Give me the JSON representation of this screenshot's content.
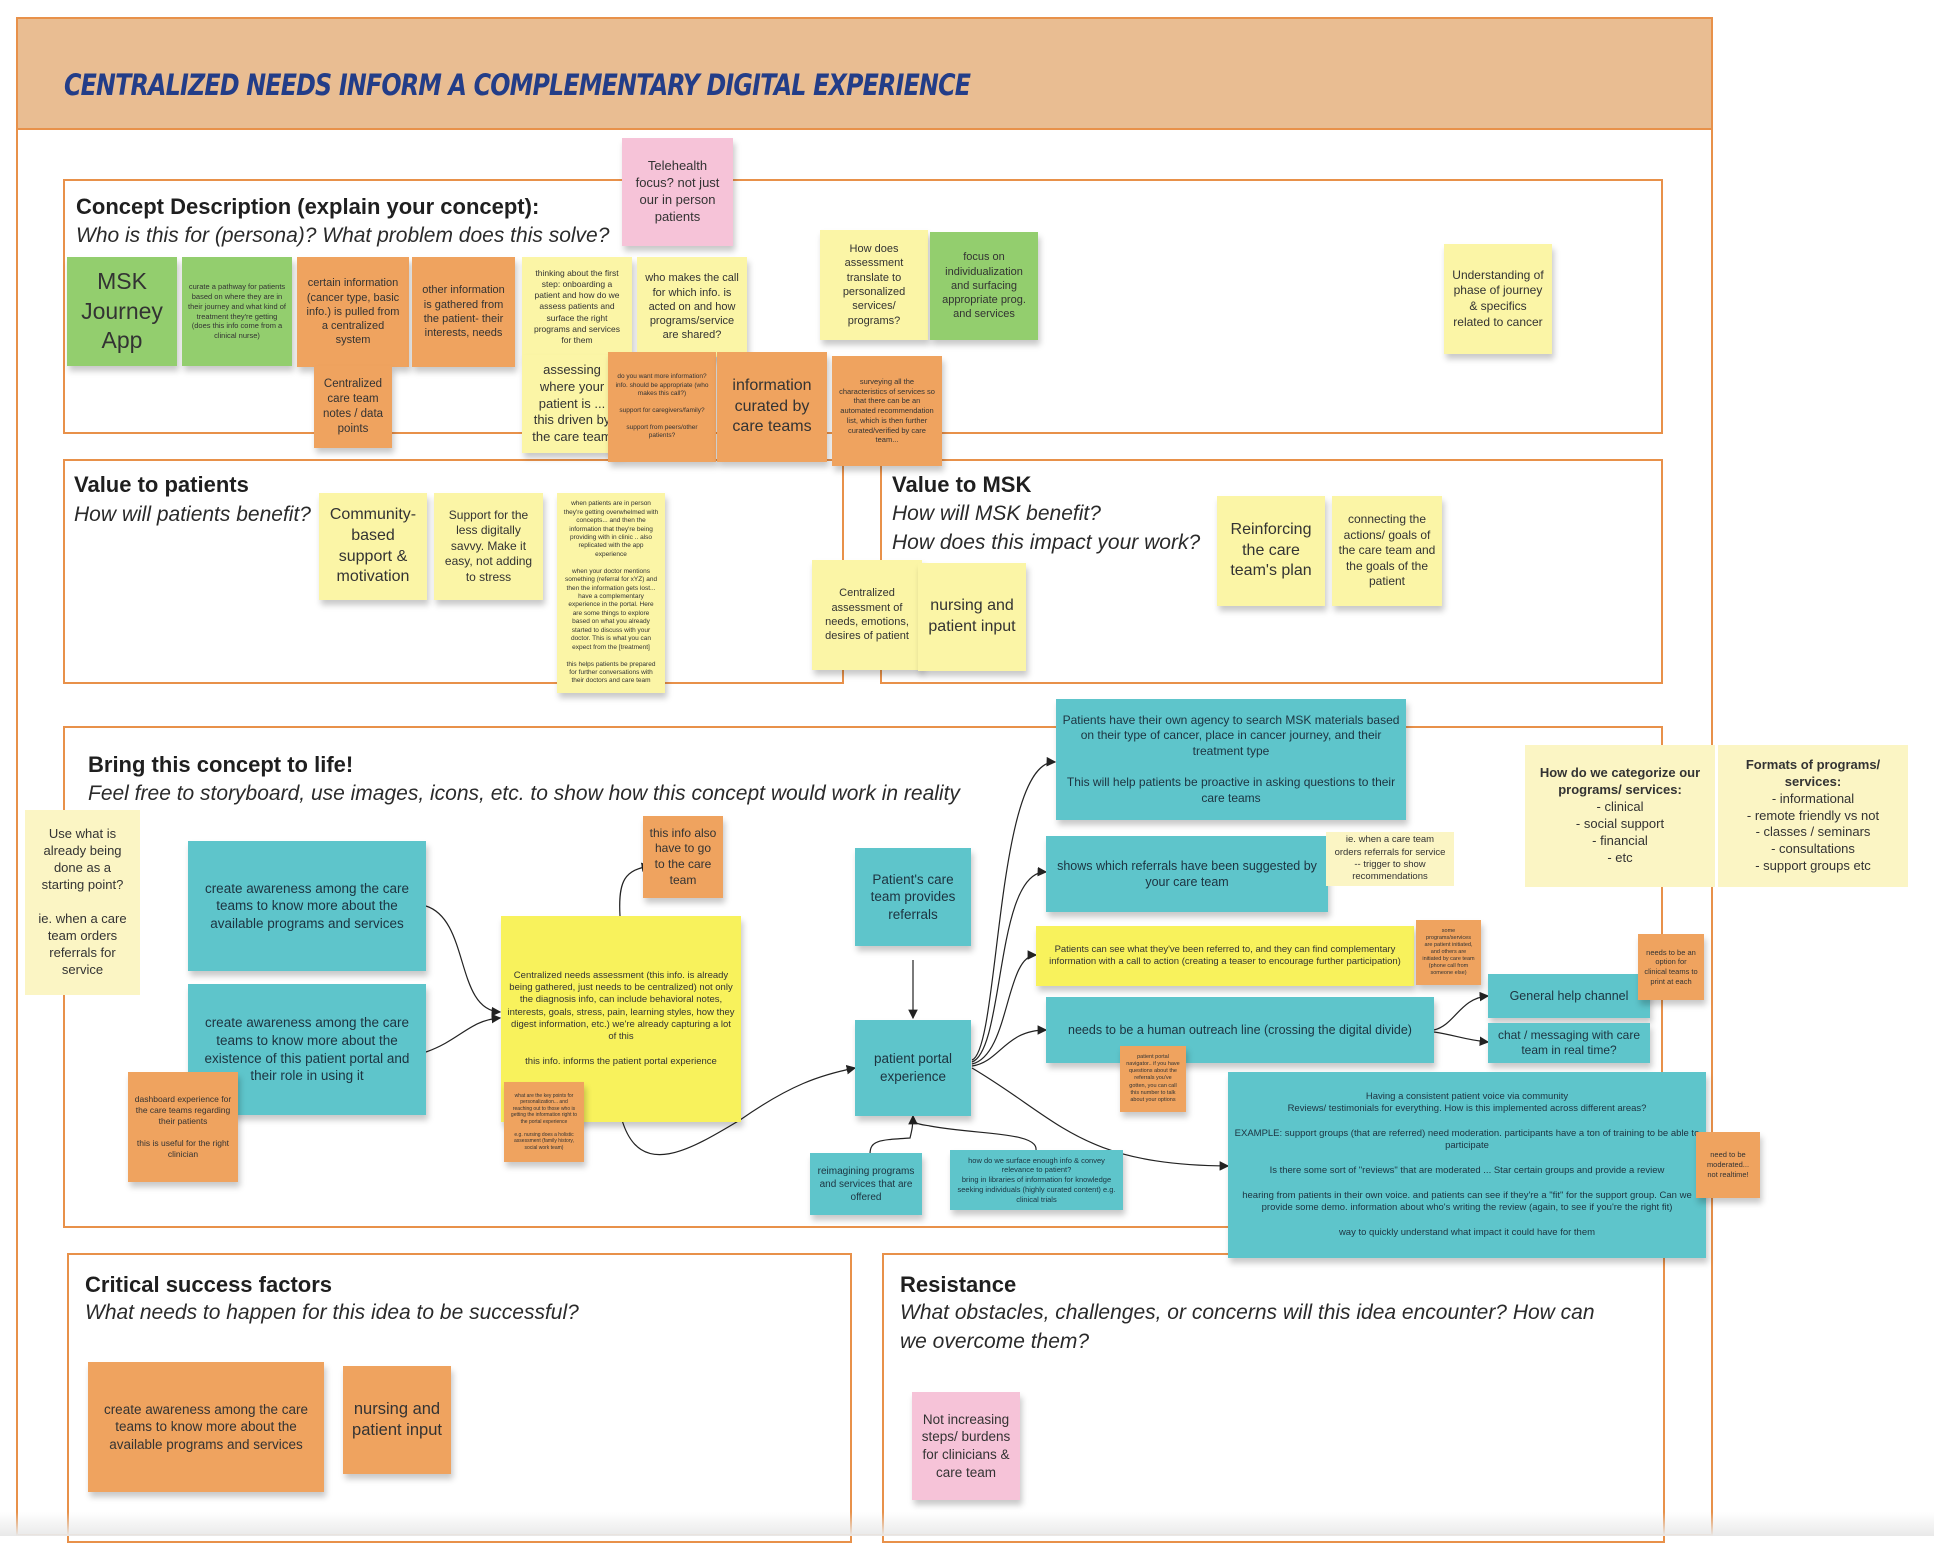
{
  "header": {
    "title": "CENTRALIZED NEEDS INFORM A COMPLEMENTARY DIGITAL EXPERIENCE"
  },
  "sections": {
    "concept": {
      "title": "Concept Description (explain your concept):",
      "subtitle": "Who is this for (persona)? What problem does this solve?"
    },
    "value_patients": {
      "title": "Value to patients",
      "subtitle": "How will patients benefit?"
    },
    "value_msk": {
      "title": "Value to MSK",
      "subtitle": "How will MSK benefit?\nHow does this impact your work?"
    },
    "bring": {
      "title": "Bring this concept to life!",
      "subtitle": "Feel free to storyboard, use images, icons, etc. to show how this concept would work in reality"
    },
    "critical": {
      "title": "Critical success factors",
      "subtitle": "What needs to happen for this idea to be successful?"
    },
    "resistance": {
      "title": "Resistance",
      "subtitle": "What obstacles, challenges, or concerns will this idea encounter? How can we overcome them?"
    }
  },
  "notes": {
    "telehealth": "Telehealth focus? not just our in person patients",
    "msk_app": "MSK Journey App",
    "curate_pathway": "curate a pathway for patients based on where they are in their journey and what kind of treatment they're getting (does this info come from a clinical nurse)",
    "certain_info": "certain information (cancer type, basic info.) is pulled from a centralized system",
    "other_info": "other information is gathered from the patient- their interests, needs",
    "care_team_notes": "Centralized care team notes / data points",
    "first_step": "thinking about the first step: onboarding a patient and how do we assess patients and surface the right programs and services for them",
    "who_makes_call": "who makes the call for which info. is acted on and how programs/service are shared?",
    "assessing": "assessing where your patient is ... this driven by the care team",
    "want_more_info": "do you want more information? info. should be appropriate (who makes this call?)\n\nsupport for caregivers/family?\n\nsupport from peers/other patients?",
    "curated": "information curated by care teams",
    "surveying": "surveying all the characteristics of services so that there can be an automated recommendation list, which is then further curated/verified by care team...",
    "assessment_translate": "How does assessment translate to personalized services/ programs?",
    "individualization": "focus on individualization and surfacing appropriate prog. and services",
    "phase": "Understanding of phase of journey & specifics related to cancer",
    "community": "Community-based support & motivation",
    "less_savvy": "Support for the less digitally savvy. Make it easy, not adding to stress",
    "in_person": "when patients are in person they're getting overwhelmed with concepts... and then the information that they're being providing with in clinic .. also replicated with the app experience\n\nwhen your doctor mentions something (referral for xYZ) and then the information gets lost... have a complementary experience in the portal. Here are some things to explore based on what you already started to discuss with your doctor. This is what you can expect from the [treatment]\n\nthis helps patients be prepared for further conversations with their doctors and care team",
    "centralized_assess": "Centralized assessment of needs, emotions, desires of patient",
    "nursing_input": "nursing and patient input",
    "reinforcing": "Reinforcing the care team's plan",
    "connecting": "connecting the actions/ goals of the care team and the goals of the patient",
    "use_existing": "Use what is already being done as a starting point?\n\nie. when a care team orders referrals for service",
    "awareness1": "create awareness among the care teams to know more about the available programs and services",
    "awareness2": "create awareness among the care teams to know more about the existence of this patient portal and their role in using it",
    "dashboard": "dashboard experience for the care teams regarding their patients\n\nthis is useful for the right clinician",
    "also_go": "this info also have to go to the care team",
    "needs_assessment": "Centralized needs assessment (this info. is already being gathered, just needs to be centralized) not only the diagnosis info, can include behavioral notes, interests, goals, stress, pain, learning styles, how they digest information, etc.) we're already capturing a lot of this\n\nthis info. informs the patient portal experience",
    "small_orange": "what are the key points for personalization... and reaching out to those who is getting the information right to the portal experience\n\ne.g. nursing does a holistic assessment (family history, social work team)",
    "referrals": "Patient's care team provides referrals",
    "portal": "patient portal experience",
    "reimagining": "reimagining programs and services that are offered",
    "surface": "how do we surface enough info & convey relevance to patient?\nbring in libraries of information for knowledge seeking individuals (highly curated content) e.g. clinical trials",
    "agency": "Patients have their own agency to search MSK materials based on their type of cancer, place in cancer journey, and their treatment type\n\nThis will help patients be proactive in asking questions to their care teams",
    "shows_referrals": "shows which referrals have been suggested by your care team",
    "ie_care_team": "ie. when a care team orders referrals for service -- trigger to show recommendations",
    "see_referred": "Patients can see what they've been referred to, and they can find complementary information with a call to action (creating a teaser to encourage further participation)",
    "some_programs": "some programs/services are patient initiated, and others are initiated by care team (phone call from someone else)",
    "human_outreach": "needs to be a human outreach line (crossing the digital divide)",
    "portal_navigator": "patient portal navigator.. if you have questions about the referrals you've gotten, you can call this number to talk about your options",
    "help_channel": "General help channel",
    "chat": "chat / messaging with care team in real time?",
    "print": "needs to be an option for clinical teams to print at each",
    "patient_voice": "Having a consistent patient voice via community\nReviews/ testimonials for everything. How is this implemented across different areas?\n\nEXAMPLE: support groups (that are referred) need moderation. participants have a ton of training to be able to participate\n\nIs there some sort of \"reviews\" that are moderated ... Star certain groups and provide a review\n\nhearing from patients in their own voice. and patients can see if they're a \"fit\" for the support group. Can we provide some demo. information about who's writing the review (again, to see if you're the right fit)\n\nway to quickly understand what impact it could have for them",
    "moderated": "need to be moderated... not realtime!",
    "categorize": "How do we categorize our programs/ services:\n- clinical\n- social support\n- financial\n- etc",
    "formats": "Formats of programs/ services:\n- informational\n- remote friendly vs not\n- classes / seminars\n- consultations\n- support groups etc",
    "cs_awareness": "create awareness among the care teams to know more about the available programs and services",
    "cs_nursing": "nursing and patient input",
    "not_increasing": "Not increasing steps/ burdens for clinicians & care team"
  },
  "colors": {
    "border": "#e8914a",
    "banner": "#e9bd92",
    "title": "#233d88",
    "green": "#93ce6e",
    "yellow": "#fbf5a6",
    "orange": "#efa35f",
    "teal": "#5ec5cb",
    "pink": "#f6c3d8",
    "bright_yellow": "#f8f25c"
  }
}
